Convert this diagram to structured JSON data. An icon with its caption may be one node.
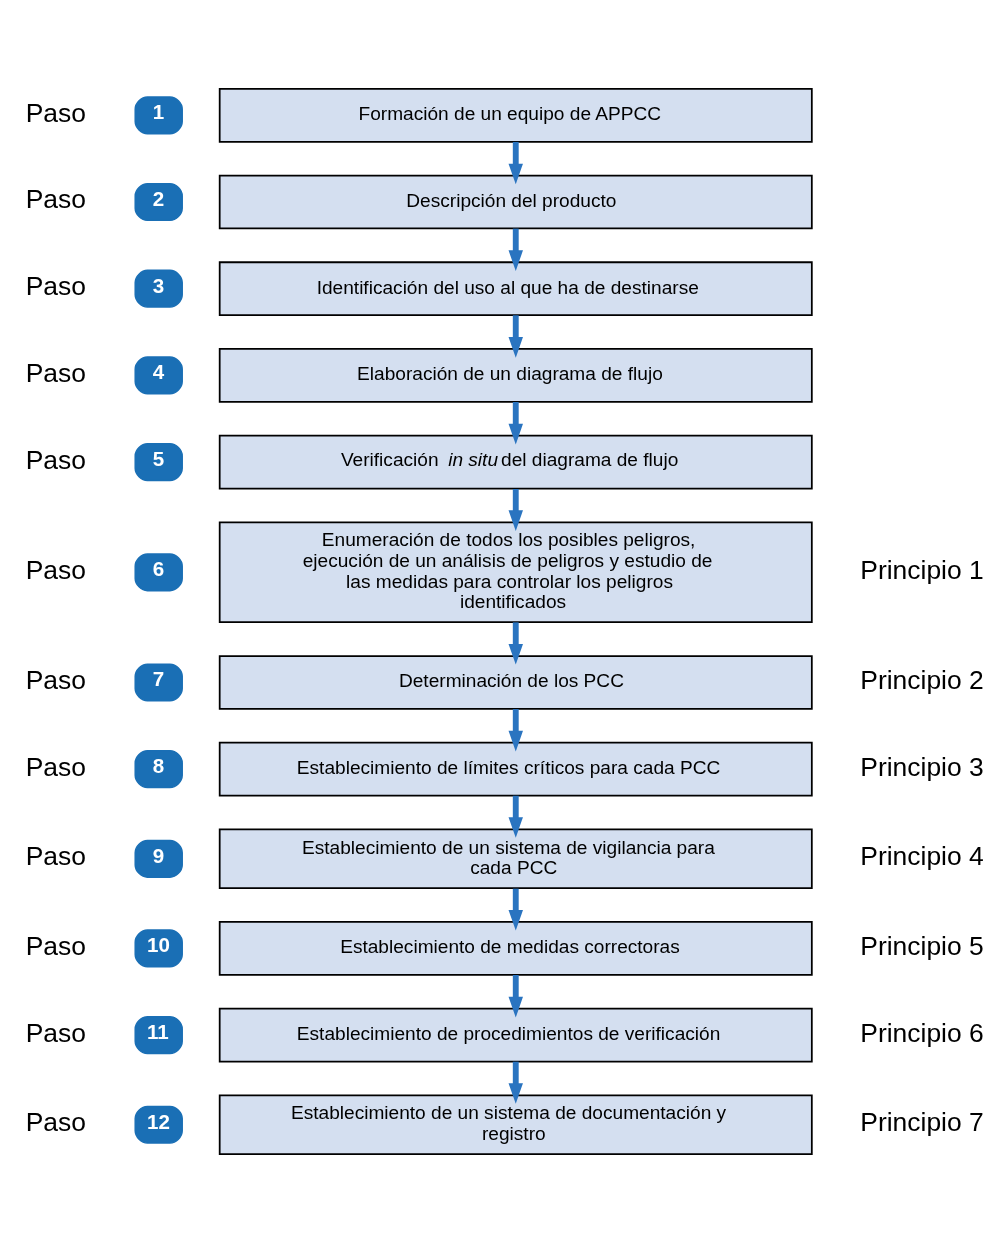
{
  "diagram": {
    "nodes": [
      {
        "text": [
          "1"
        ],
        "beside": [
          "Paso"
        ]
      },
      {
        "text": [
          "Formación de un equipo de APPCC"
        ]
      },
      {
        "text": [
          "2"
        ],
        "beside": [
          "Paso"
        ]
      },
      {
        "text": [
          "Descripción del producto"
        ]
      },
      {
        "text": [
          "3"
        ],
        "beside": [
          "Paso"
        ]
      },
      {
        "text": [
          "Identificación del uso al que ha de destinarse"
        ]
      },
      {
        "text": [
          "4"
        ],
        "beside": [
          "Paso"
        ]
      },
      {
        "text": [
          "Elaboración de un diagrama de flujo"
        ]
      },
      {
        "text": [
          "5"
        ],
        "beside": [
          "Paso"
        ]
      },
      {
        "text": [
          "Verificación *in situ* del diagrama de flujo"
        ]
      },
      {
        "text": [
          "6"
        ],
        "beside": [
          "Paso"
        ]
      },
      {
        "text": [
          "Enumeración de todos los posibles peligros, ejecución de un análisis de peligros y estudio de las medidas para controlar los peligros identificados"
        ],
        "beside": [
          "Principio 1"
        ]
      },
      {
        "text": [
          "7"
        ],
        "beside": [
          "Paso"
        ]
      },
      {
        "text": [
          "Determinación de los PCC"
        ],
        "beside": [
          "Principio 2"
        ]
      },
      {
        "text": [
          "8"
        ],
        "beside": [
          "Paso"
        ]
      },
      {
        "text": [
          "Establecimiento de límites críticos para cada PCC"
        ],
        "beside": [
          "Principio 3"
        ]
      },
      {
        "text": [
          "9"
        ],
        "beside": [
          "Paso"
        ]
      },
      {
        "text": [
          "Establecimiento de un sistema de vigilancia para cada PCC"
        ],
        "beside": [
          "Principio 4"
        ]
      },
      {
        "text": [
          "10"
        ],
        "beside": [
          "Paso"
        ]
      },
      {
        "text": [
          "Establecimiento de medidas correctoras"
        ],
        "beside": [
          "Principio 5"
        ]
      },
      {
        "text": [
          "11"
        ],
        "beside": [
          "Paso"
        ]
      },
      {
        "text": [
          "Establecimiento de procedimientos de verificación"
        ],
        "beside": [
          "Principio 6"
        ]
      },
      {
        "text": [
          "12"
        ],
        "beside": [
          "Paso"
        ]
      },
      {
        "text": [
          "Establecimiento de un sistema de documentación y registro"
        ],
        "beside": [
          "Principio 7"
        ]
      }
    ],
    "edges": [
      {
        "from": 1,
        "to": 3,
        "arrow": "to"
      },
      {
        "from": 3,
        "to": 5,
        "arrow": "to"
      },
      {
        "from": 5,
        "to": 7,
        "arrow": "to"
      },
      {
        "from": 7,
        "to": 9,
        "arrow": "to"
      },
      {
        "from": 9,
        "to": 11,
        "arrow": "to"
      },
      {
        "from": 11,
        "to": 13,
        "arrow": "to"
      },
      {
        "from": 13,
        "to": 15,
        "arrow": "to"
      },
      {
        "from": 15,
        "to": 17,
        "arrow": "to"
      },
      {
        "from": 17,
        "to": 19,
        "arrow": "to"
      },
      {
        "from": 19,
        "to": 21,
        "arrow": "to"
      },
      {
        "from": 21,
        "to": 23,
        "arrow": "to"
      }
    ]
  }
}
